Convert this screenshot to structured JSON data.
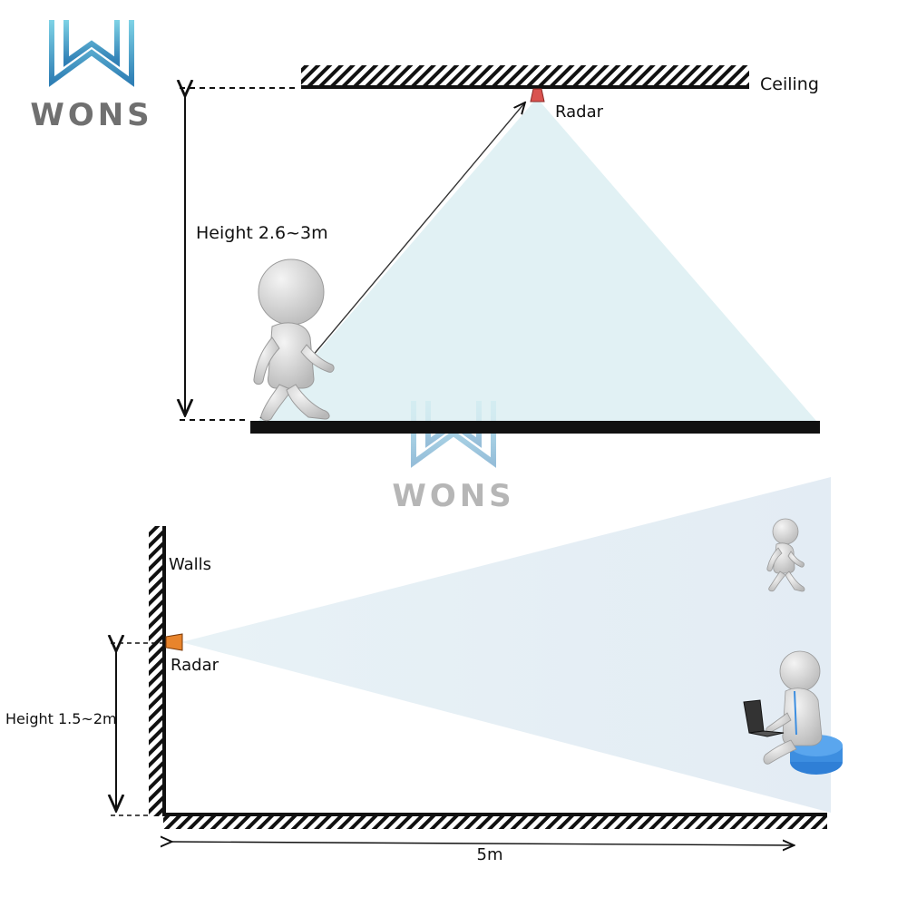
{
  "brand": {
    "name": "WONS"
  },
  "ceiling_mount": {
    "ceiling_label": "Ceiling",
    "radar_label": "Radar",
    "height_label": "Height 2.6~3m"
  },
  "wall_mount": {
    "walls_label": "Walls",
    "radar_label": "Radar",
    "height_label": "Height 1.5~2m",
    "distance_label": "5m"
  },
  "colors": {
    "beam": "#d9eef1",
    "radar_ceiling": "#d9534f",
    "radar_wall": "#e8842c",
    "brand_gray": "#707070",
    "logo_blue": "#5ba8c9",
    "stool": "#3d8ee0"
  }
}
